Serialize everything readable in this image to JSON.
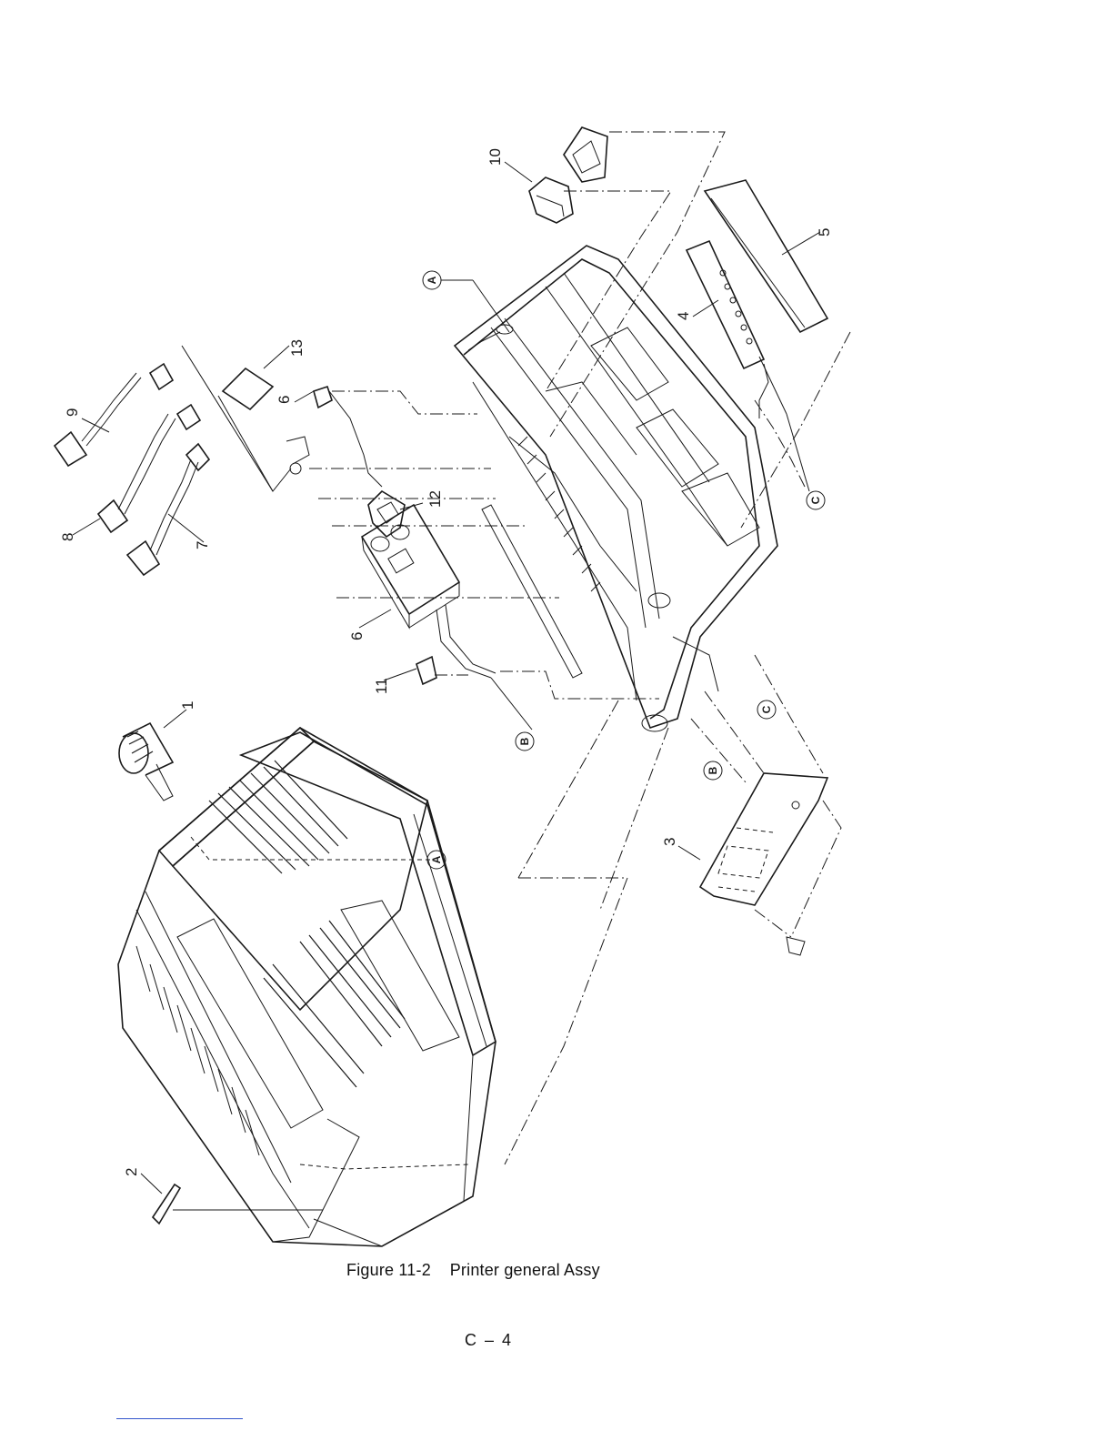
{
  "figure": {
    "caption": "Figure 11-2    Printer general Assy",
    "part_numbers": [
      "1",
      "2",
      "3",
      "4",
      "5",
      "6",
      "7",
      "8",
      "9",
      "10",
      "11",
      "12",
      "13"
    ],
    "reference_marks": [
      "A",
      "B",
      "C"
    ]
  },
  "page": {
    "number": "C – 4"
  },
  "colors": {
    "ink": "#1a1a1a",
    "footer_rule": "#3355cc"
  }
}
